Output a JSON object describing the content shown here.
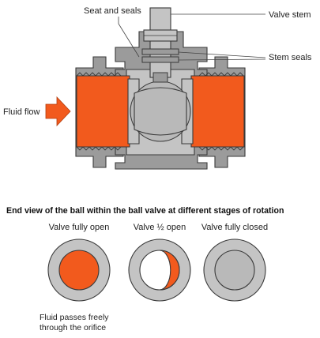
{
  "labels": {
    "seat_and_seals": "Seat and seals",
    "valve_stem": "Valve stem",
    "stem_seals": "Stem seals",
    "fluid_flow": "Fluid flow"
  },
  "section_title": "End view of the ball within the ball valve at different stages of rotation",
  "stages": [
    {
      "label": "Valve fully open",
      "open_fraction": 1.0,
      "caption_lines": [
        "Fluid passes freely",
        "through the orifice"
      ]
    },
    {
      "label": "Valve ½ open",
      "open_fraction": 0.5,
      "caption_lines": []
    },
    {
      "label": "Valve fully closed",
      "open_fraction": 0.0,
      "caption_lines": []
    }
  ],
  "colors": {
    "fluid": "#f25a1d",
    "body": "#9b9b9b",
    "body_light": "#c4c4c4",
    "ball": "#b9b9b9",
    "outline": "#3a3a3a"
  }
}
